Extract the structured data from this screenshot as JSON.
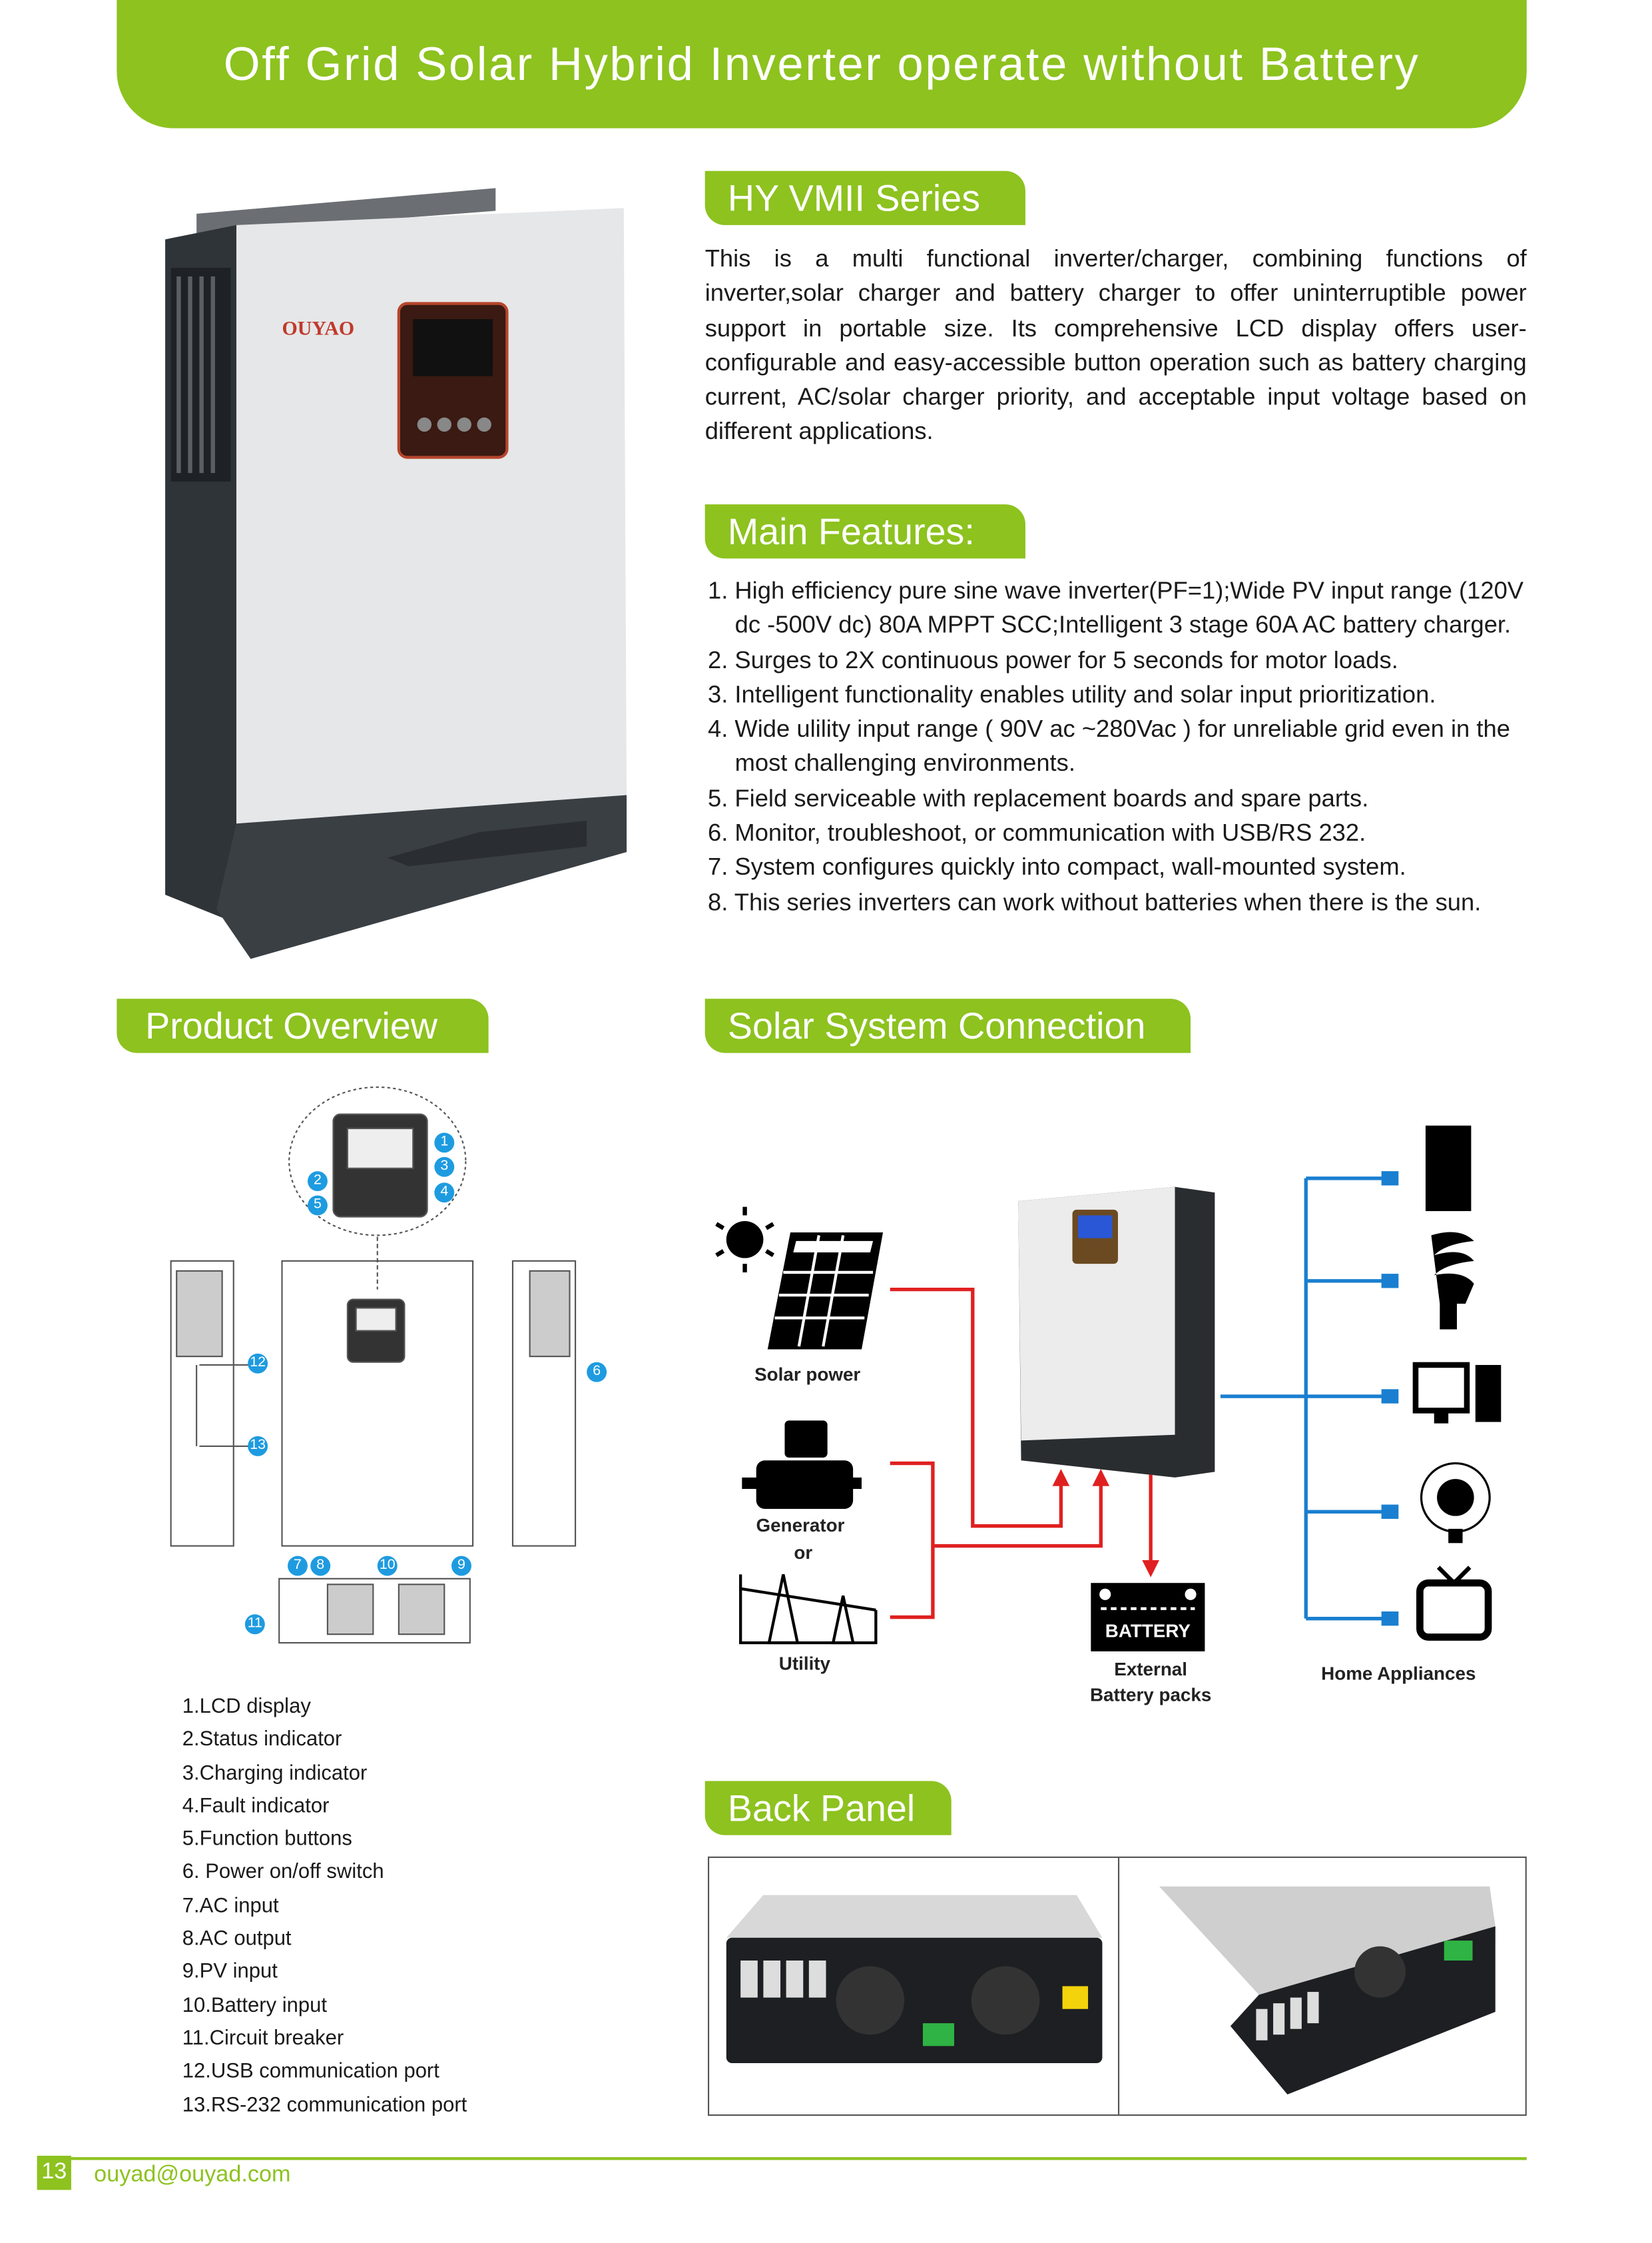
{
  "header": {
    "title": "Off Grid Solar Hybrid Inverter operate without Battery"
  },
  "series": {
    "tab": "HY VMII Series",
    "description": "This is a multi functional inverter/charger, combining functions of inverter,solar charger and battery charger to offer uninterruptible power support in portable size. Its comprehensive LCD display offers user-configurable and easy-accessible button operation such as battery charging current, AC/solar charger priority, and acceptable input voltage based on different applications."
  },
  "product_image": {
    "brand": "OUYAO"
  },
  "features": {
    "tab": "Main Features:",
    "items": [
      "1.  High efficiency pure sine wave inverter(PF=1);Wide PV input range (120V dc -500V dc) 80A MPPT SCC;Intelligent 3 stage 60A AC battery charger.",
      "2. Surges to 2X continuous power for 5 seconds for motor loads.",
      "3. Intelligent functionality enables utility and solar input prioritization.",
      "4. Wide ulility input range ( 90V ac ~280Vac ) for unreliable grid even in the  most challenging environments.",
      "5. Field serviceable with replacement boards and spare parts.",
      "6. Monitor, troubleshoot, or communication with USB/RS 232.",
      "7. System configures quickly into compact, wall-mounted system.",
      "8. This series inverters can work without batteries when there is the sun."
    ]
  },
  "overview": {
    "tab": "Product Overview",
    "badges": [
      "1",
      "2",
      "3",
      "4",
      "5",
      "6",
      "7",
      "8",
      "9",
      "10",
      "11",
      "12",
      "13"
    ],
    "items": [
      "1.LCD display",
      "2.Status indicator",
      "3.Charging indicator",
      "4.Fault indicator",
      "5.Function buttons",
      "6. Power on/off switch",
      "7.AC input",
      "8.AC output",
      "9.PV input",
      "10.Battery input",
      "11.Circuit breaker",
      "12.USB communication port",
      "13.RS-232 communication port"
    ]
  },
  "connection": {
    "tab": "Solar System Connection",
    "solar": "Solar power",
    "generator": "Generator",
    "or": "or",
    "utility": "Utility",
    "battery_label": "BATTERY",
    "battery_caption_1": "External",
    "battery_caption_2": "Battery packs",
    "appliances": "Home Appliances",
    "colors": {
      "input_line": "#e02020",
      "output_line": "#1a7fd0"
    }
  },
  "back_panel": {
    "tab": "Back Panel"
  },
  "footer": {
    "page": "13",
    "email": "ouyad@ouyad.com"
  },
  "colors": {
    "accent": "#8dc21f"
  }
}
